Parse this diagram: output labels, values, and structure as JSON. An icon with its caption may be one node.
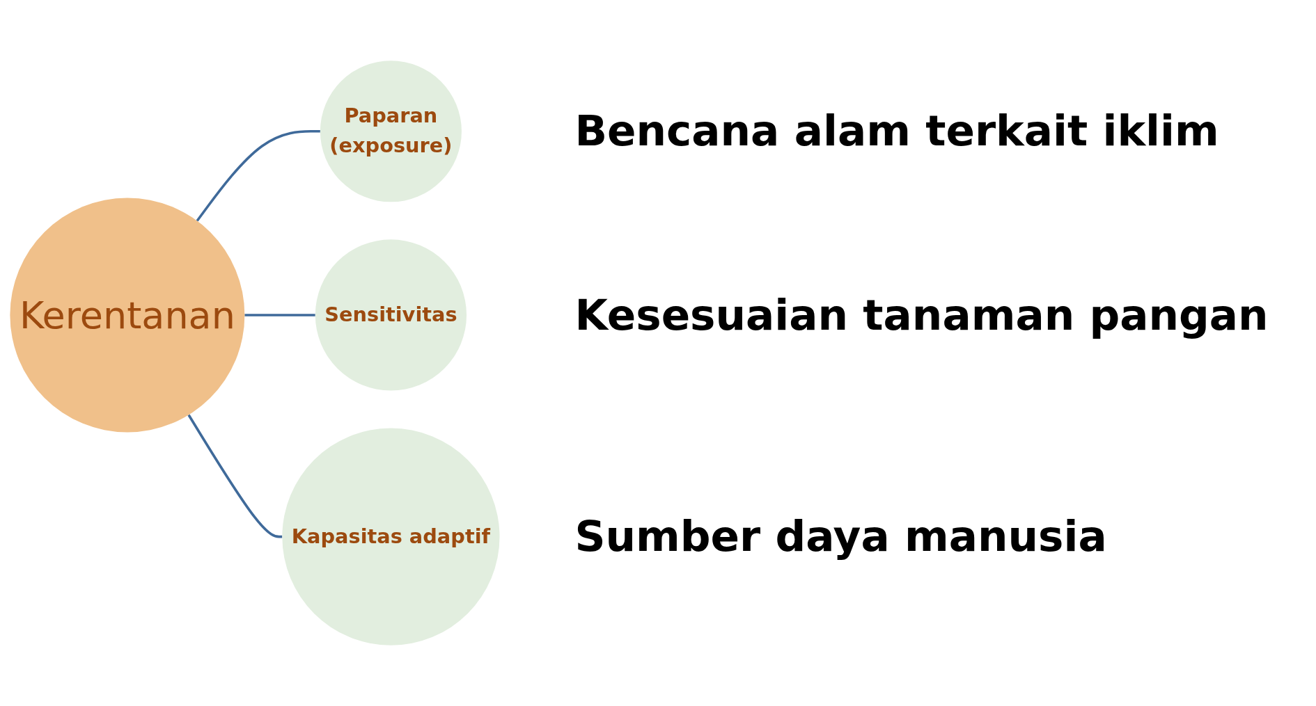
{
  "diagram": {
    "nodes": [
      {
        "text": [
          "Kerentanan"
        ]
      },
      {
        "text": [
          "Paparan",
          "(exposure)"
        ],
        "beside": [
          "Bencana alam terkait iklim"
        ]
      },
      {
        "text": [
          "Sensitivitas"
        ],
        "beside": [
          "Kesesuaian tanaman pangan"
        ]
      },
      {
        "text": [
          "Kapasitas adaptif"
        ],
        "beside": [
          "Sumber daya manusia"
        ]
      }
    ],
    "edges": [
      {
        "from": 0,
        "to": 1,
        "arrow": "none",
        "color": "#3f6a9a"
      },
      {
        "from": 0,
        "to": 2,
        "arrow": "none",
        "color": "#3f6a9a"
      },
      {
        "from": 0,
        "to": 3,
        "arrow": "none",
        "color": "#3f6a9a"
      }
    ]
  }
}
